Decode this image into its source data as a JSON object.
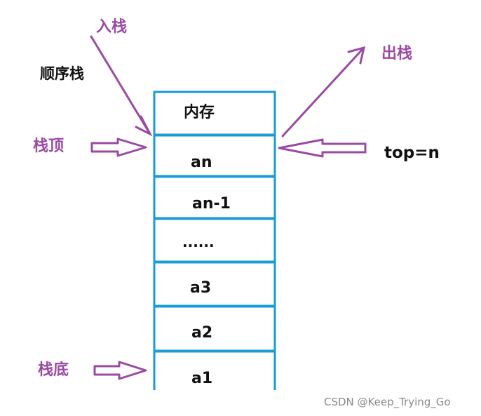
{
  "title": "顺序栈",
  "labels": {
    "push": "入栈",
    "pop": "出栈",
    "stack_top": "栈顶",
    "stack_bottom": "栈底",
    "top_expr": "top=n"
  },
  "cells": [
    "内存",
    "an",
    "an-1",
    "......",
    "a3",
    "a2",
    "a1"
  ],
  "watermark": "CSDN @Keep_Trying_Go",
  "colors": {
    "cell_border": "#1a9ad6",
    "annotation": "#9b4aa3",
    "text": "#111111"
  }
}
